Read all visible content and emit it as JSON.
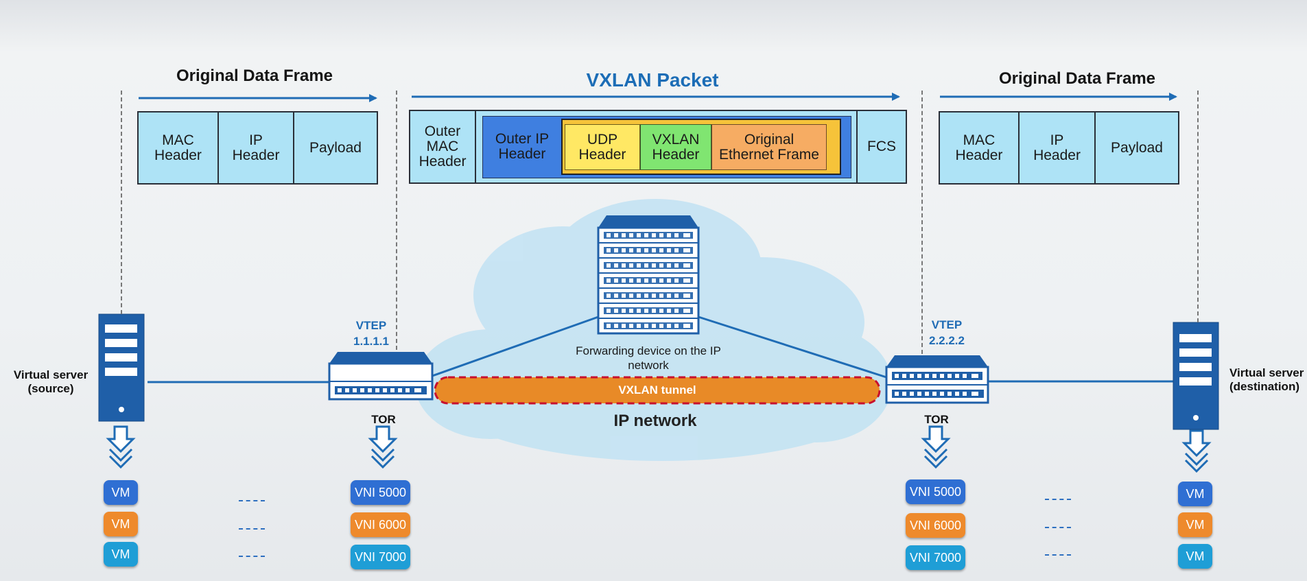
{
  "left_frame": {
    "title": "Original Data Frame",
    "cells": [
      "MAC Header",
      "IP Header",
      "Payload"
    ]
  },
  "vxlan_packet": {
    "title": "VXLAN Packet",
    "outer_mac": "Outer MAC Header",
    "outer_ip": "Outer IP Header",
    "udp": "UDP Header",
    "vxlan_header": "VXLAN Header",
    "original_frame": "Original Ethernet Frame",
    "fcs": "FCS"
  },
  "right_frame": {
    "title": "Original Data Frame",
    "cells": [
      "MAC Header",
      "IP Header",
      "Payload"
    ]
  },
  "network": {
    "forwarding_device": "Forwarding device on the IP network",
    "tunnel": "VXLAN tunnel",
    "ip_network": "IP network"
  },
  "left_side": {
    "server_label": "Virtual server (source)",
    "vtep_title": "VTEP",
    "vtep_ip": "1.1.1.1",
    "tor": "TOR",
    "vms": [
      "VM",
      "VM",
      "VM"
    ],
    "vnis": [
      "VNI 5000",
      "VNI 6000",
      "VNI 7000"
    ]
  },
  "right_side": {
    "server_label": "Virtual server (destination)",
    "vtep_title": "VTEP",
    "vtep_ip": "2.2.2.2",
    "tor": "TOR",
    "vms": [
      "VM",
      "VM",
      "VM"
    ],
    "vnis": [
      "VNI 5000",
      "VNI 6000",
      "VNI 7000"
    ]
  },
  "colors": {
    "vni_5000": "#2f6fd3",
    "vni_6000": "#ee8a2c",
    "vni_7000": "#1f9ed6",
    "device_blue": "#1f5fa8",
    "accent_blue": "#1c6db6",
    "tunnel_orange": "#e88a27"
  }
}
